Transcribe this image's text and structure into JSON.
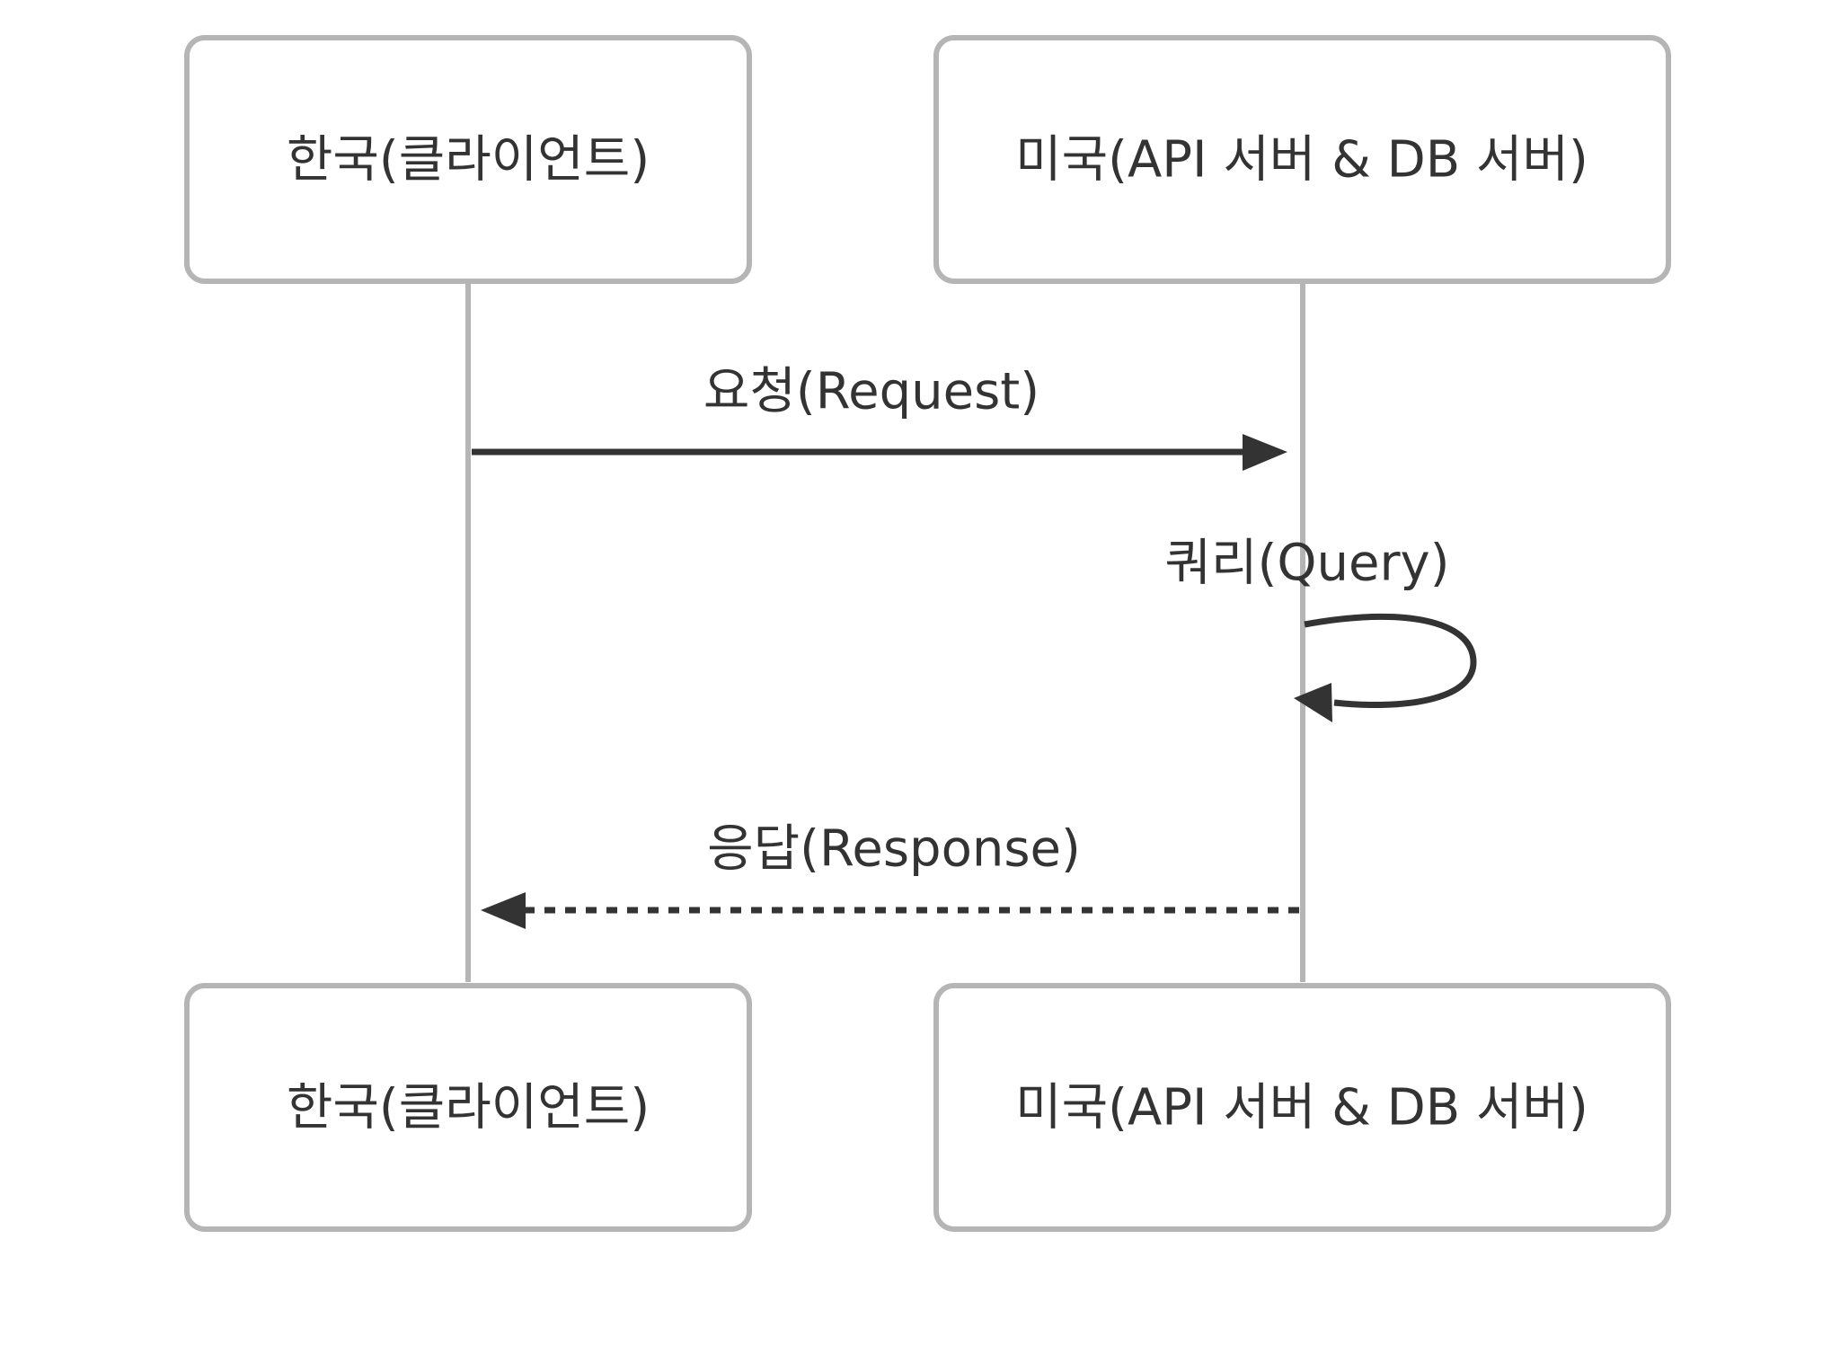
{
  "participants": {
    "client": {
      "label": "한국(클라이언트)"
    },
    "server": {
      "label": "미국(API 서버 & DB 서버)"
    }
  },
  "messages": {
    "request": {
      "label": "요청(Request)",
      "from": "client",
      "to": "server",
      "style": "solid"
    },
    "query": {
      "label": "쿼리(Query)",
      "from": "server",
      "to": "server",
      "style": "solid"
    },
    "response": {
      "label": "응답(Response)",
      "from": "server",
      "to": "client",
      "style": "dashed"
    }
  },
  "colors": {
    "box_border": "#b5b5b5",
    "lifeline": "#b5b5b5",
    "arrow": "#333333",
    "text": "#333333",
    "background": "#ffffff"
  }
}
